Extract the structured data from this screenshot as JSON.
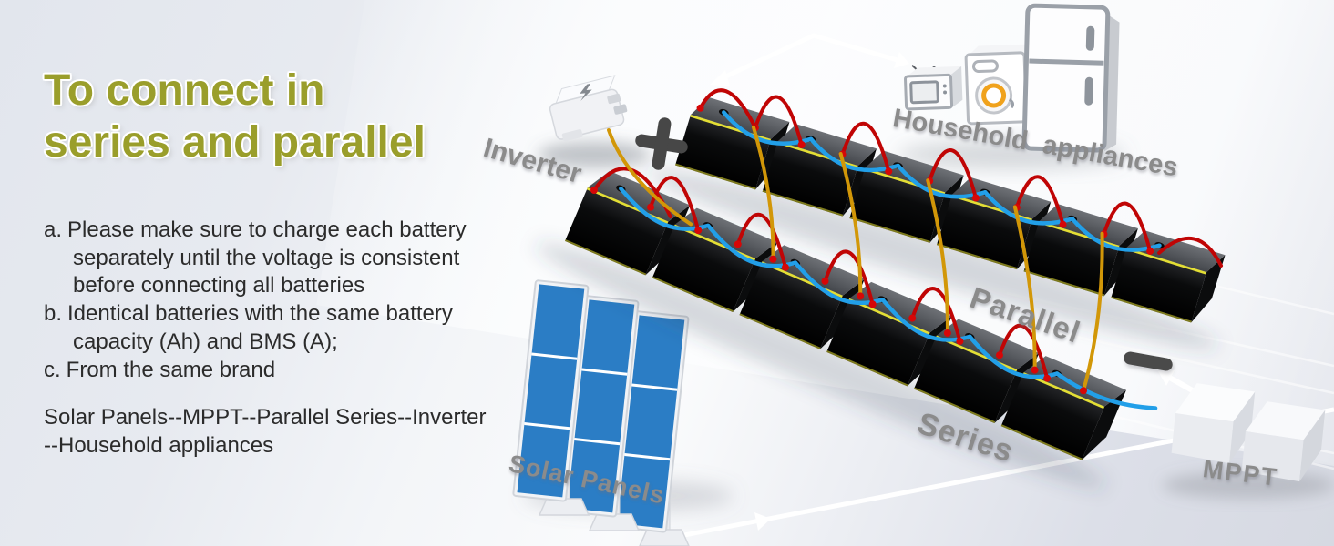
{
  "title": {
    "line1": "To connect in",
    "line2": "series and parallel"
  },
  "notes": [
    {
      "marker": "a.",
      "text": "Please make sure to charge each battery separately until the voltage is consistent before connecting all batteries"
    },
    {
      "marker": "b.",
      "text": "Identical batteries with the same battery capacity (Ah) and BMS (A);"
    },
    {
      "marker": "c.",
      "text": "From the same brand"
    }
  ],
  "flow_summary": {
    "line1": "Solar Panels--MPPT--Parallel Series--Inverter",
    "line2": "--Household appliances"
  },
  "labels": {
    "inverter": "Inverter",
    "household_appliances": "Household appliances",
    "parallel": "Parallel",
    "series": "Series",
    "solar_panels": "Solar Panels",
    "mppt": "MPPT"
  },
  "symbols": {
    "plus": "+",
    "minus": "−"
  },
  "diagram": {
    "battery_rows": [
      {
        "name": "top-string",
        "batteries": 6
      },
      {
        "name": "bottom-string",
        "batteries": 6
      }
    ],
    "wire_colors": {
      "series_red": "#c00505",
      "link_blue": "#229fe8",
      "parallel_orange": "#d29708"
    },
    "solar_panel_count": 3,
    "mppt_unit_count": 2,
    "appliance_icons": [
      "tv",
      "washing-machine",
      "refrigerator"
    ]
  },
  "colors": {
    "title_olive": "#9a9e2b",
    "body_text": "#2b2b2b",
    "label_gray": "#8b8b8b",
    "panel_blue": "#2b7dc5",
    "battery_yellow": "#e3de35",
    "symbol_gray": "#4a4a4a"
  }
}
